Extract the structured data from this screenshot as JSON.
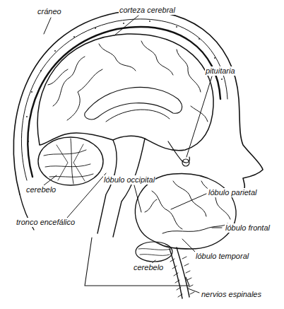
{
  "diagram": {
    "labels": [
      "cráneo",
      "corteza cerebral",
      "pituitaria",
      "lóbulo occipital",
      "cerebelo",
      "lóbulo parietal",
      "tronco encefálico",
      "lóbulo frontal",
      "lóbulo temporal",
      "cerebelo",
      "nervios espinales"
    ]
  }
}
